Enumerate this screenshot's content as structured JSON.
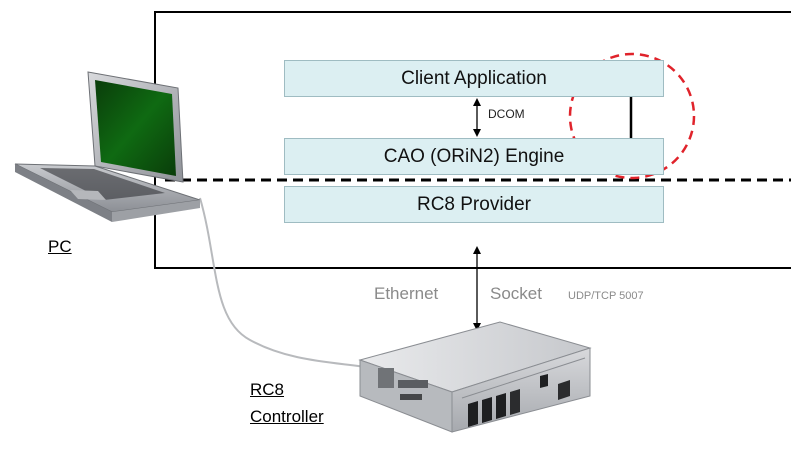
{
  "boxes": {
    "client_application": "Client Application",
    "cao_engine": "CAO (ORiN2) Engine",
    "rc8_provider": "RC8 Provider"
  },
  "dcom_label": "DCOM",
  "pc_label": "PC",
  "ethernet_label": "Ethernet",
  "socket_label": "Socket",
  "port_label": "UDP/TCP 5007",
  "controller_label_line1": "RC8",
  "controller_label_line2": "Controller",
  "colors": {
    "box_fill": "#dceff2",
    "box_border": "#9fbcc2",
    "highlight_circle": "#e0232b"
  }
}
